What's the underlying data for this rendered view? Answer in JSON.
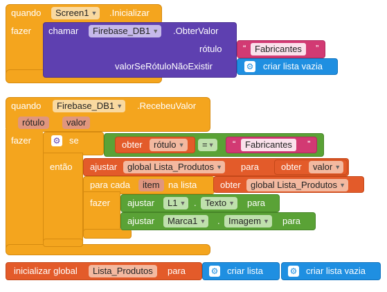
{
  "block1": {
    "when": "quando",
    "component": "Screen1",
    "event": ".Inicializar",
    "do": "fazer",
    "call": "chamar",
    "db": "Firebase_DB1",
    "method": ".ObterValor",
    "tag_label": "rótulo",
    "tag_value": "Fabricantes",
    "default_label": "valorSeRótuloNãoExistir",
    "default_value": "criar lista vazia"
  },
  "block2": {
    "when": "quando",
    "component": "Firebase_DB1",
    "event": ".RecebeuValor",
    "param1": "rótulo",
    "param2": "valor",
    "do": "fazer",
    "if": "se",
    "get": "obter",
    "get_var": "rótulo",
    "op": "=",
    "compare_value": "Fabricantes",
    "then": "então",
    "set": "ajustar",
    "set_var": "global Lista_Produtos",
    "to": "para",
    "get2": "obter",
    "get2_var": "valor",
    "foreach": "para cada",
    "item": "item",
    "inlist": "na lista",
    "get3": "obter",
    "get3_var": "global Lista_Produtos",
    "do2": "fazer",
    "set_l1": "ajustar",
    "l1": "L1",
    "l1_prop": "Texto",
    "l1_to": "para",
    "set_marca": "ajustar",
    "marca": "Marca1",
    "marca_prop": "Imagem",
    "marca_to": "para"
  },
  "block3": {
    "init": "inicializar global",
    "name": "Lista_Produtos",
    "to": "para",
    "create_list": "criar lista",
    "create_empty": "criar lista vazia"
  }
}
